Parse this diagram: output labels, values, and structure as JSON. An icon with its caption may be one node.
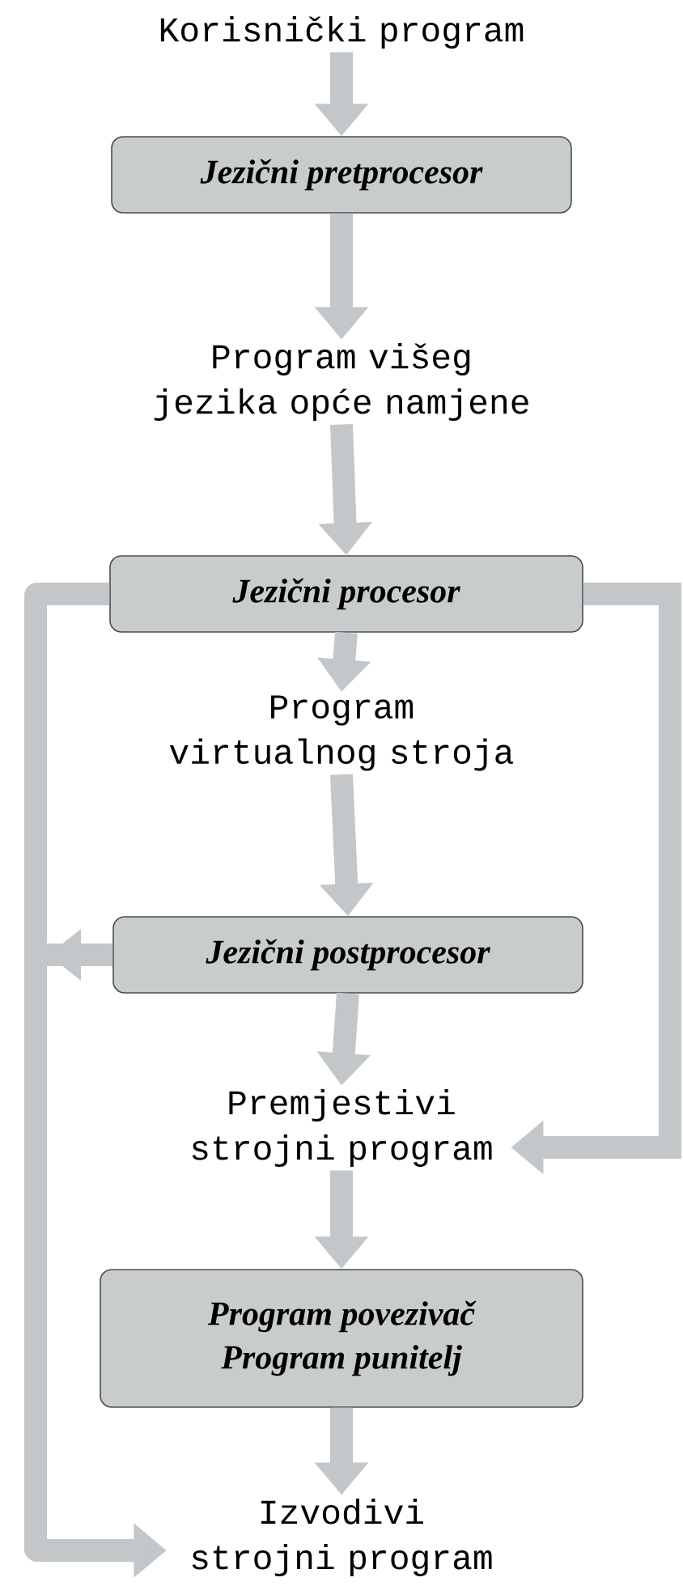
{
  "diagram": {
    "nodes": [
      {
        "text": [
          "Korisnički program"
        ]
      },
      {
        "text": [
          "Jezični pretprocesor"
        ]
      },
      {
        "text": [
          "Program višeg jezika opće namjene"
        ]
      },
      {
        "text": [
          "Jezični procesor"
        ]
      },
      {
        "text": [
          "Program virtualnog stroja"
        ]
      },
      {
        "text": [
          "Jezični postprocesor"
        ]
      },
      {
        "text": [
          "Premjestivi strojni program"
        ]
      },
      {
        "text": [
          "Program povezivač",
          "Program punitelj"
        ]
      },
      {
        "text": [
          "Izvodivi strojni program"
        ]
      }
    ],
    "edges": [
      {
        "from": 0,
        "to": 1,
        "arrow": "to"
      },
      {
        "from": 1,
        "to": 2,
        "arrow": "to"
      },
      {
        "from": 2,
        "to": 3,
        "arrow": "to"
      },
      {
        "from": 3,
        "to": 4,
        "arrow": "to"
      },
      {
        "from": 4,
        "to": 5,
        "arrow": "to"
      },
      {
        "from": 5,
        "to": 6,
        "arrow": "to"
      },
      {
        "from": 6,
        "to": 7,
        "arrow": "to"
      },
      {
        "from": 7,
        "to": 8,
        "arrow": "to"
      },
      {
        "from": 3,
        "to": 8,
        "arrow": "to"
      },
      {
        "from": 3,
        "to": 6,
        "arrow": "to"
      },
      {
        "from": 5,
        "to": 8,
        "arrow": "to"
      }
    ]
  }
}
